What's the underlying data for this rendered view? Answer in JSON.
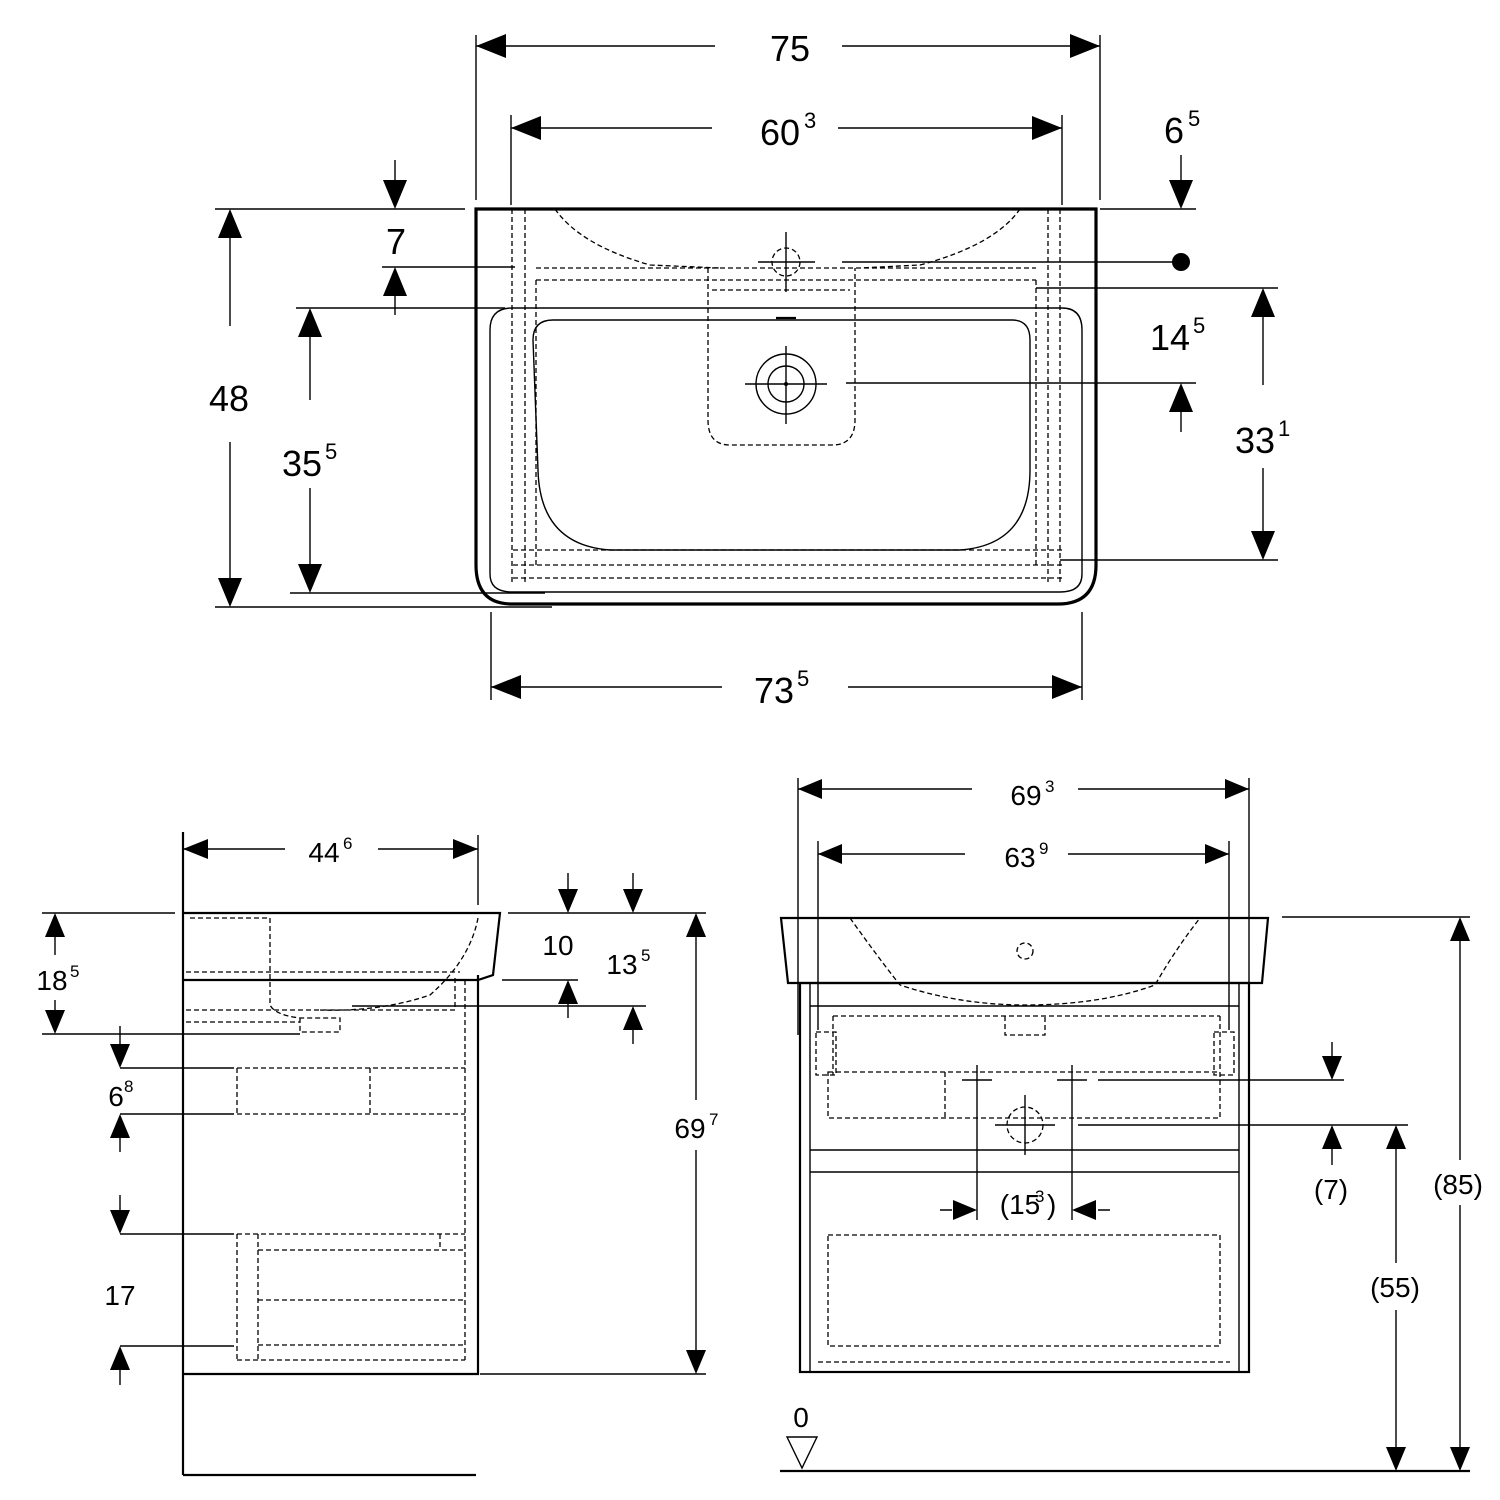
{
  "top_view": {
    "width_overall": "75",
    "width_inner": "60",
    "width_inner_sup": "3",
    "width_bottom": "73",
    "width_bottom_sup": "5",
    "height_overall": "48",
    "depth_bowl": "35",
    "depth_bowl_sup": "5",
    "rim_offset": "7",
    "tap_offset": "6",
    "tap_offset_sup": "5",
    "drain_offset": "14",
    "drain_offset_sup": "5",
    "bowl_depth": "33",
    "bowl_depth_sup": "1"
  },
  "side_view": {
    "depth": "44",
    "depth_sup": "6",
    "basin_height": "18",
    "basin_height_sup": "5",
    "rim_thickness": "10",
    "rim_to_cabinet": "13",
    "rim_to_cabinet_sup": "5",
    "cabinet_height": "69",
    "cabinet_height_sup": "7",
    "drawer_top_height": "6",
    "drawer_top_height_sup": "8",
    "drawer_bottom_height": "17"
  },
  "front_view": {
    "width_outer": "69",
    "width_outer_sup": "3",
    "width_inner": "63",
    "width_inner_sup": "9",
    "drain_spacing": "(15",
    "drain_spacing_sup": "3",
    "drain_spacing_close": ")",
    "drain_offset": "(7)",
    "drain_height": "(55)",
    "total_height": "(85)",
    "floor_level": "0"
  }
}
